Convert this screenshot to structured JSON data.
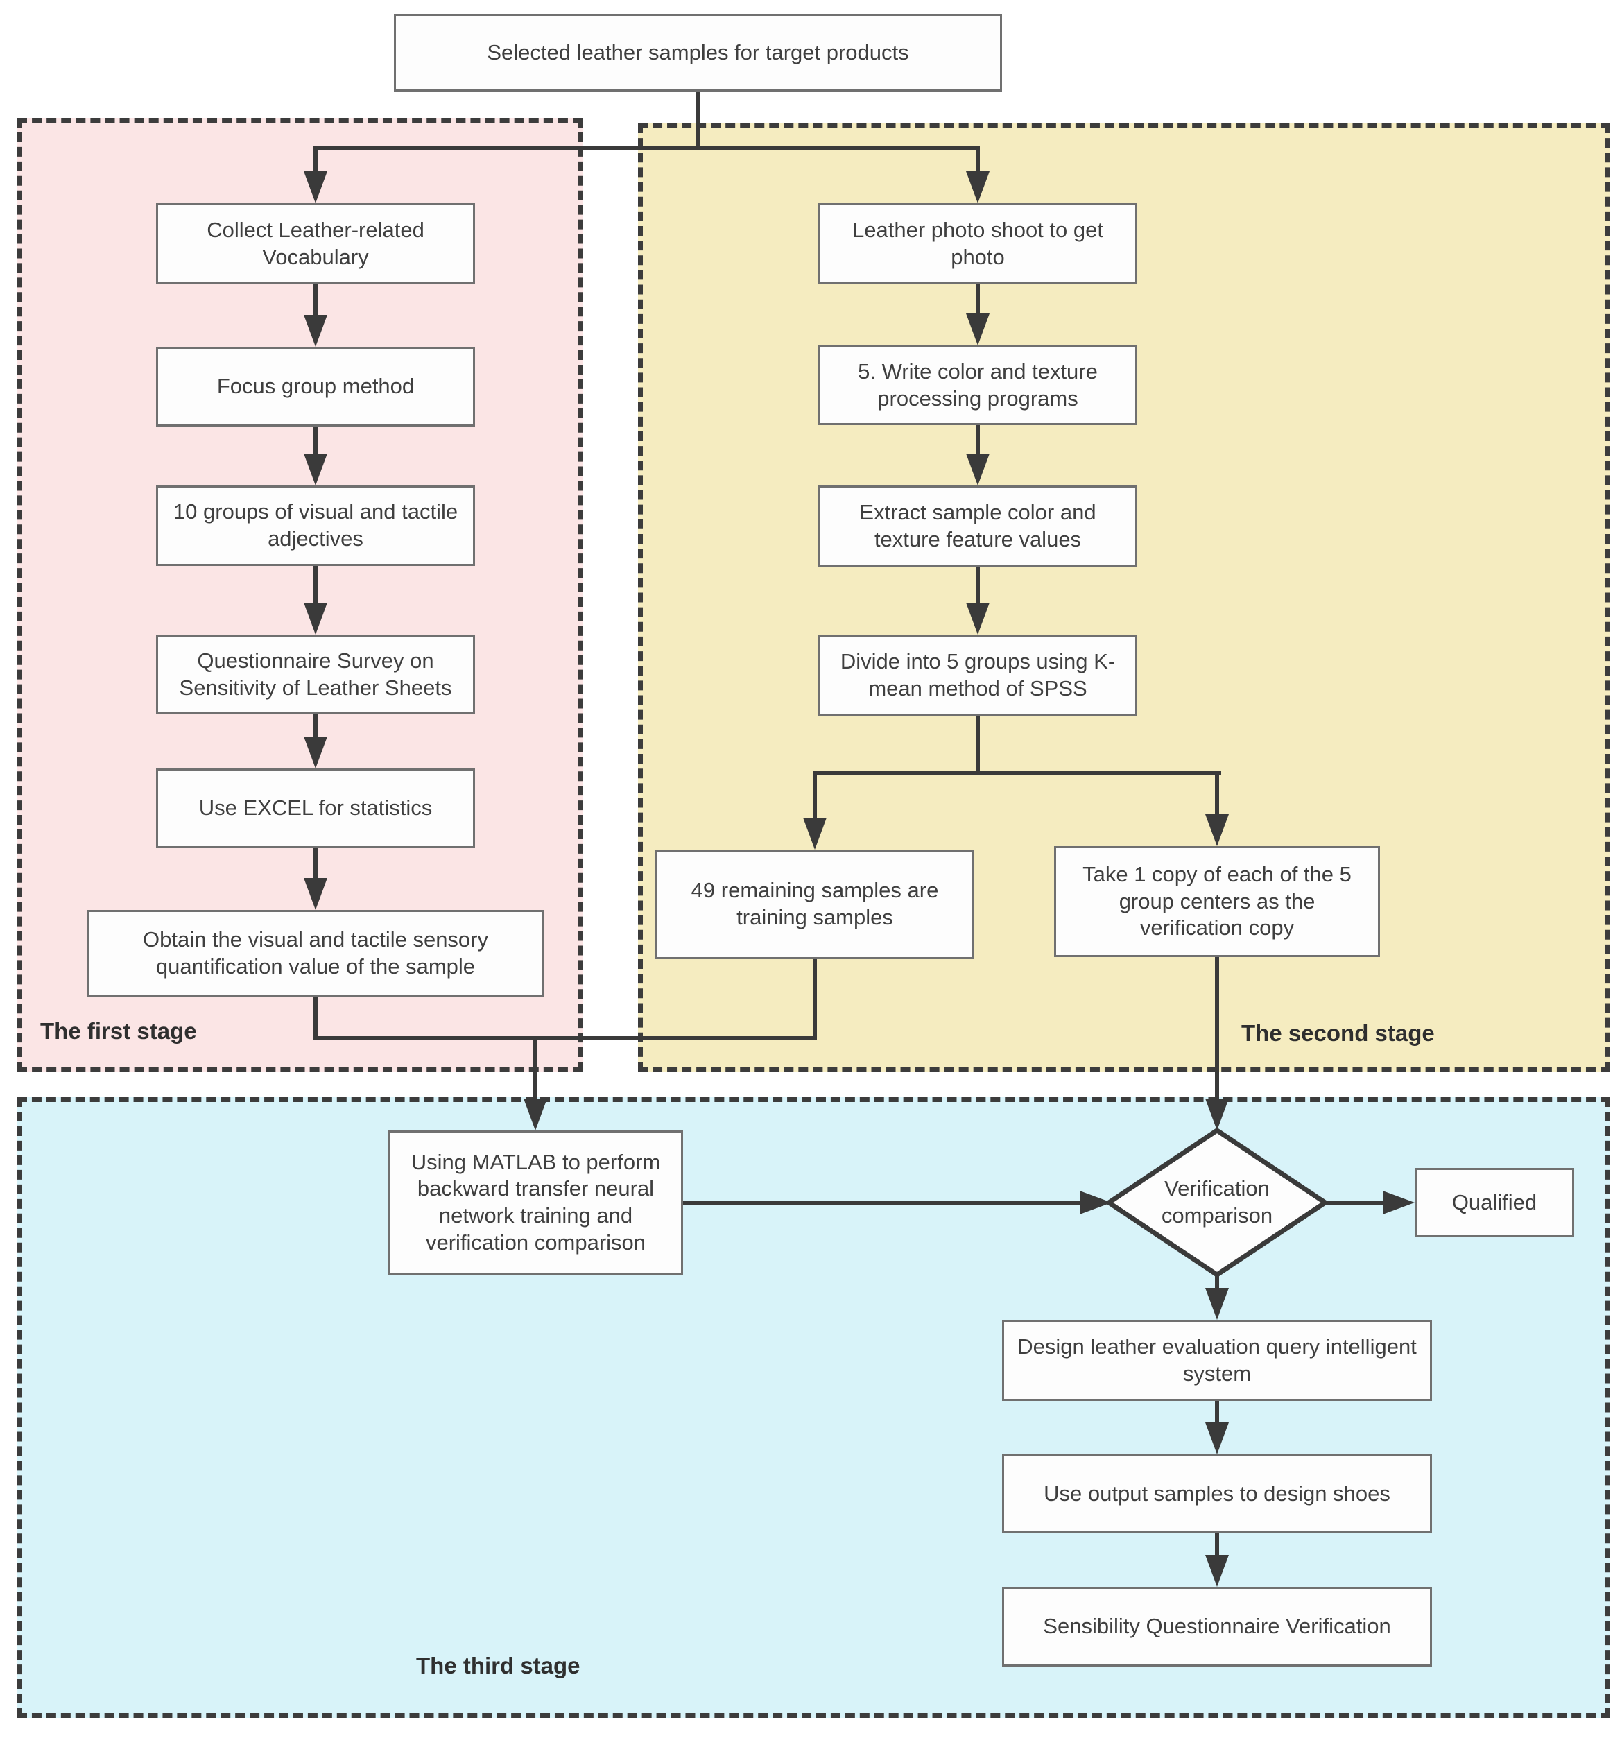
{
  "figure": {
    "type": "flowchart",
    "title_box": "Selected leather samples for target products"
  },
  "colors": {
    "stage1_fill": "#fbe5e5",
    "stage2_fill": "#f5ecc0",
    "stage3_fill": "#d8f3f9",
    "box_fill": "#fdfdfd",
    "box_border": "#707070",
    "connector_line": "#3a3a3a",
    "dashed_border": "#3c3c3c",
    "text": "#3f3f3f"
  },
  "stages": {
    "first": {
      "label": "The first stage",
      "boxes": [
        "Collect Leather-related Vocabulary",
        "Focus group method",
        "10 groups of visual and tactile adjectives",
        "Questionnaire Survey on Sensitivity of Leather Sheets",
        "Use EXCEL for statistics",
        "Obtain the visual and tactile sensory quantification value of the sample"
      ]
    },
    "second": {
      "label": "The second stage",
      "boxes": [
        "Leather photo shoot to get photo",
        "5. Write color and texture processing programs",
        "Extract sample color and texture feature values",
        "Divide into 5 groups using K-mean method of SPSS",
        "49 remaining samples are training samples",
        "Take 1 copy of each of the 5 group centers as the verification copy"
      ]
    },
    "third": {
      "label": "The third stage",
      "matlab_box": "Using MATLAB to perform backward transfer neural network training and verification comparison",
      "decision_diamond": "Verification comparison",
      "qualified_box": "Qualified",
      "design_box": "Design leather evaluation query intelligent system",
      "use_output_box": "Use output samples to design shoes",
      "sensibility_box": "Sensibility Questionnaire Verification"
    }
  }
}
